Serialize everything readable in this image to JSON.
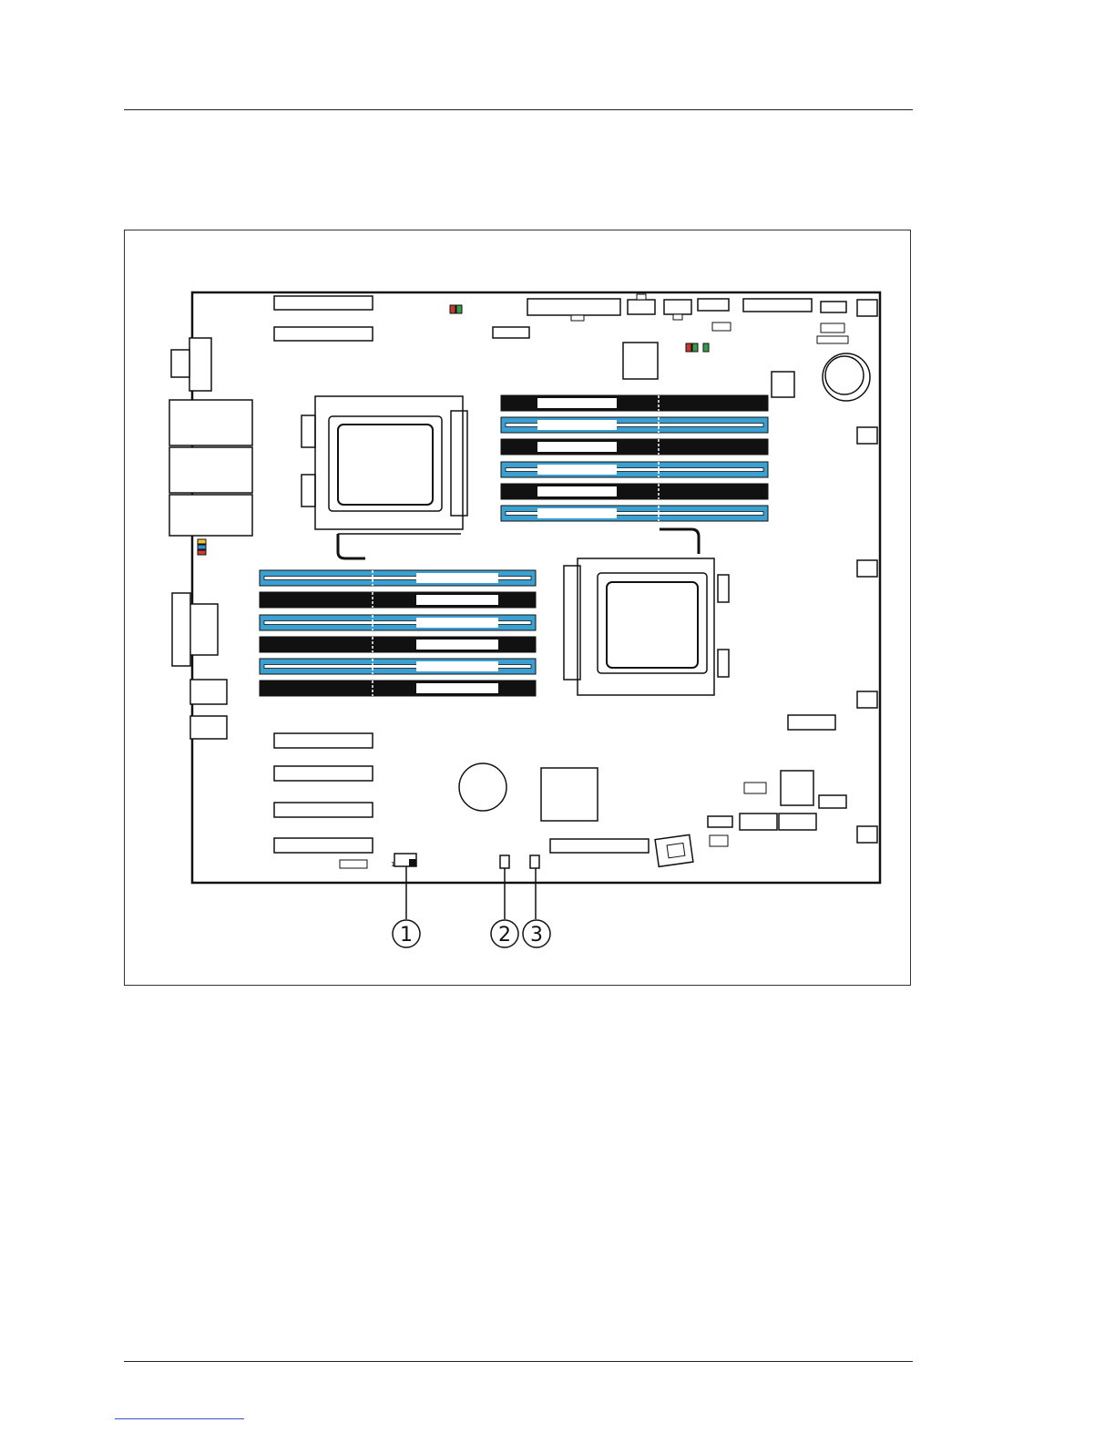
{
  "figure": {
    "callouts": [
      {
        "id": "callout-1",
        "label": "1"
      },
      {
        "id": "callout-2",
        "label": "2"
      },
      {
        "id": "callout-3",
        "label": "3"
      }
    ],
    "pin_marker": "1"
  },
  "colors": {
    "board_outline": "#111111",
    "dimm_blue": "#3aa0d2",
    "dimm_black": "#111111",
    "footer_link": "#3a54c6"
  }
}
